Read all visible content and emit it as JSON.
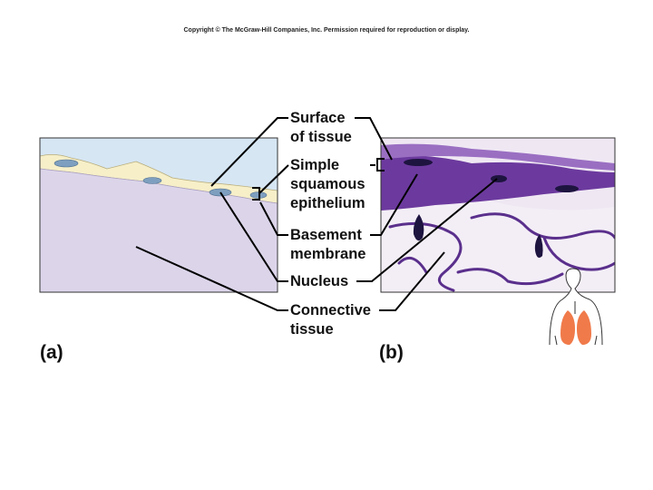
{
  "copyright": "Copyright © The McGraw-Hill Companies, Inc. Permission required for reproduction or display.",
  "labels": {
    "surface_line1": "Surface",
    "surface_line2": "of tissue",
    "simple_line1": "Simple",
    "simple_line2": "squamous",
    "simple_line3": "epithelium",
    "basement_line1": "Basement",
    "basement_line2": "membrane",
    "nucleus": "Nucleus",
    "connective_line1": "Connective",
    "connective_line2": "tissue"
  },
  "panels": {
    "a": "(a)",
    "b": "(b)"
  },
  "colors": {
    "sky": "#d6e6f3",
    "connective_tissue": "#dcd5ea",
    "epithelium": "#f6efc8",
    "nucleus": "#7e9fbf",
    "micrograph_purple": "#6c3a9e",
    "lung": "#f07a4a"
  },
  "icons": {
    "body_figure": "human-torso-lungs-icon"
  }
}
